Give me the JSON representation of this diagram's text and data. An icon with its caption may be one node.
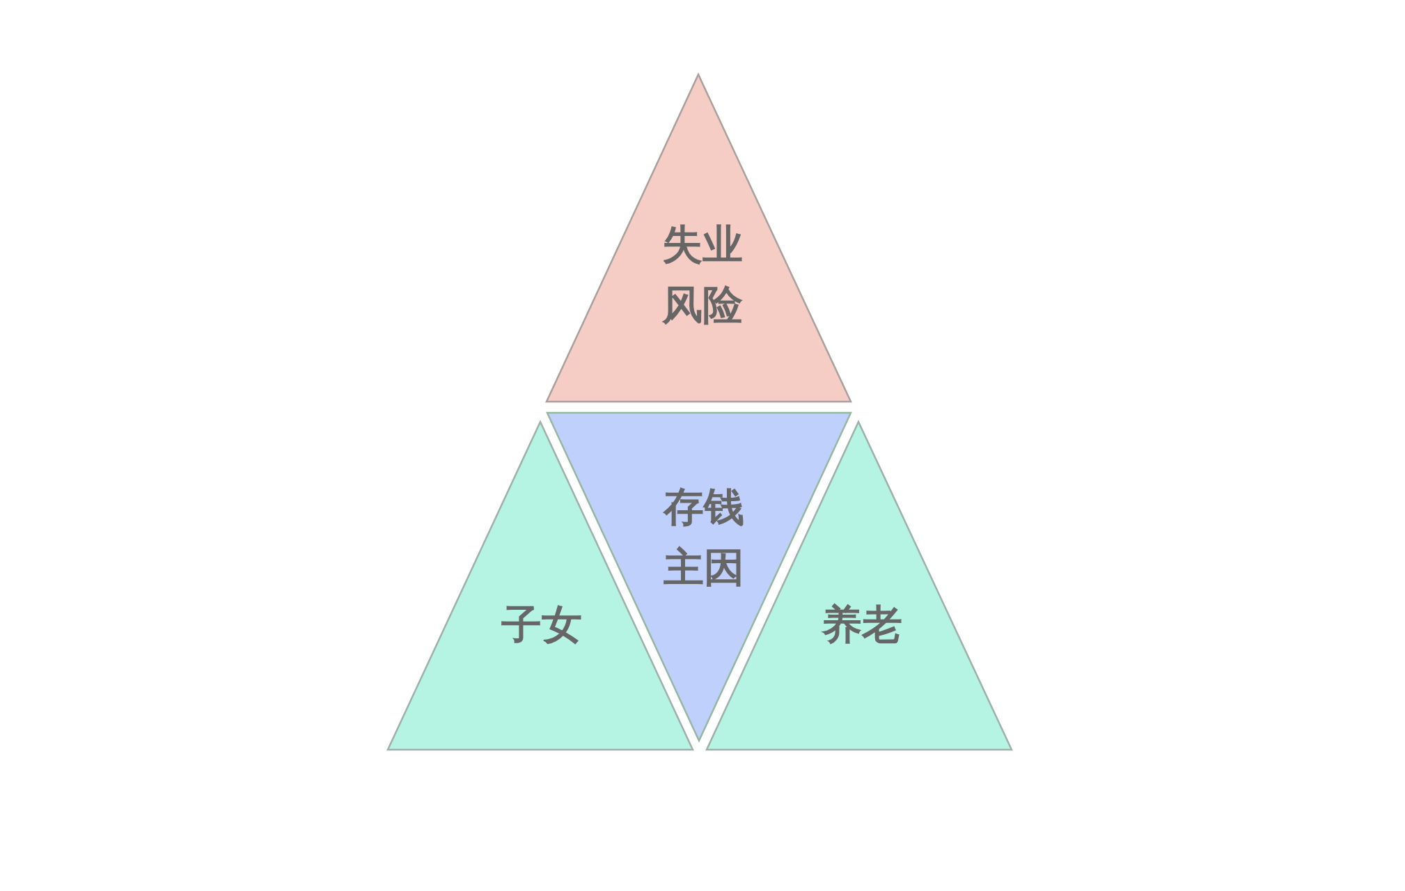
{
  "diagram": {
    "nodes": [
      {
        "text": [
          "失业风险"
        ]
      },
      {
        "text": [
          "存钱主因"
        ]
      },
      {
        "text": [
          "子女"
        ]
      },
      {
        "text": [
          "养老"
        ]
      }
    ]
  }
}
